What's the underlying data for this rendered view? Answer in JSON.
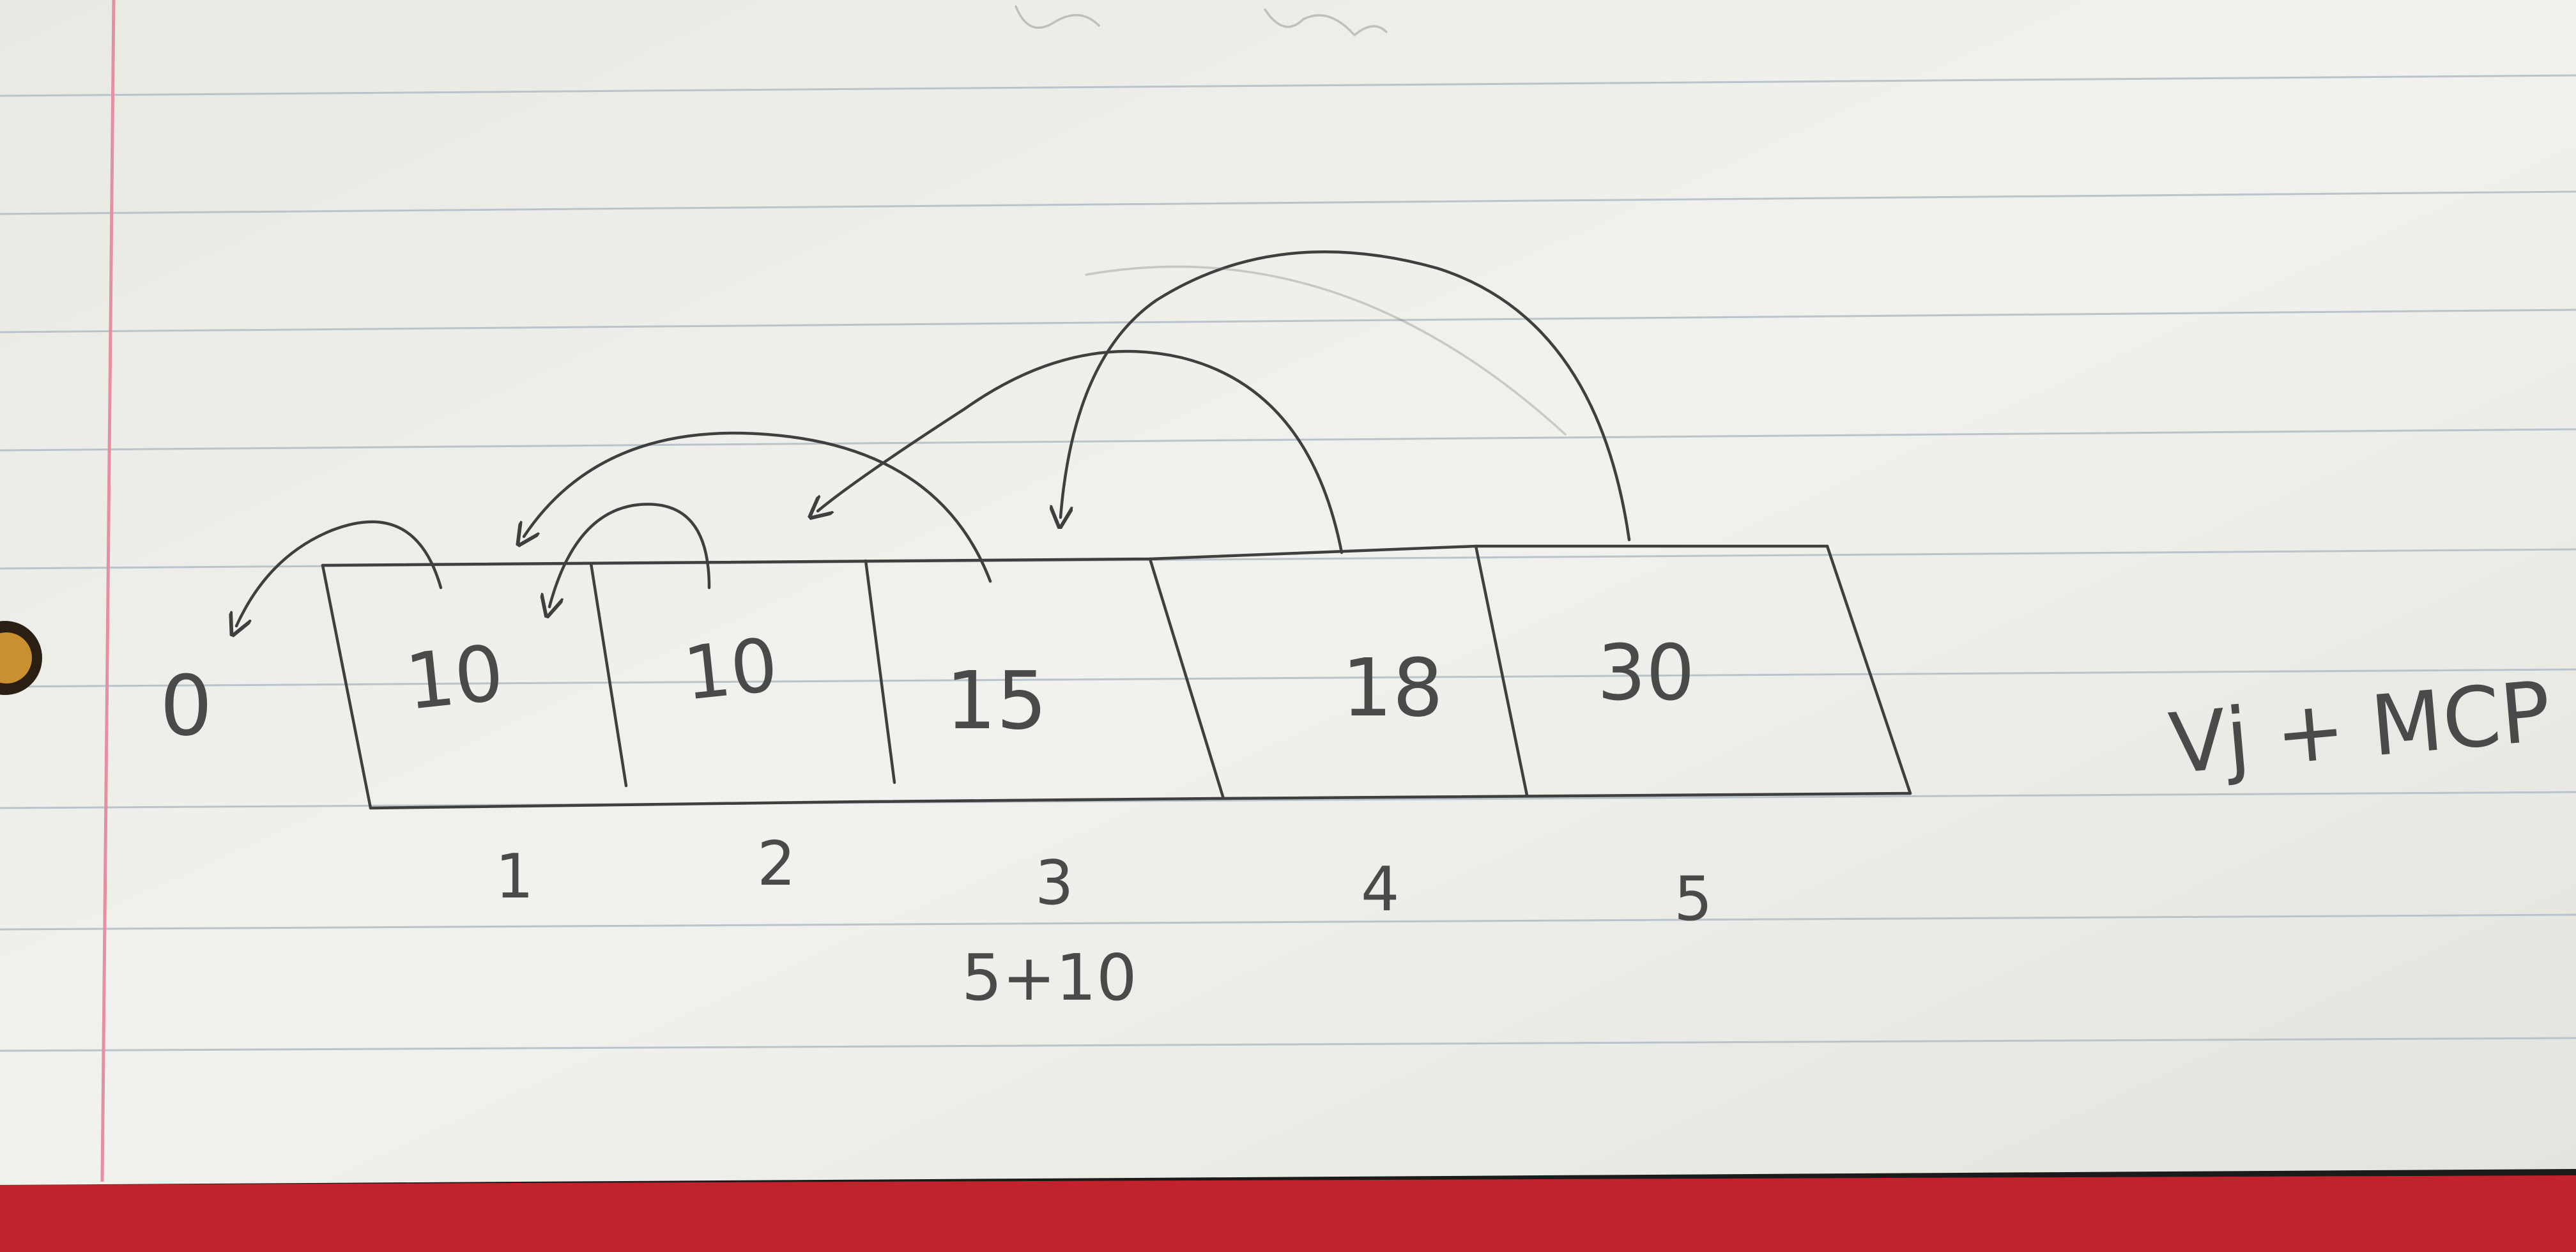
{
  "diagram": {
    "left_value": "0",
    "cells": [
      {
        "value": "10",
        "index": "1"
      },
      {
        "value": "10",
        "index": "2"
      },
      {
        "value": "15",
        "index": "3"
      },
      {
        "value": "18",
        "index": "4"
      },
      {
        "value": "30",
        "index": "5"
      }
    ],
    "note_under_3": "5+10",
    "right_note": "Vj + MCP",
    "colors": {
      "paper": "#efefeb",
      "rule_line": "#b9c3cc",
      "margin_line": "#e58fa0",
      "pencil": "#3f3f3f",
      "red_surface": "#c2222b"
    }
  }
}
